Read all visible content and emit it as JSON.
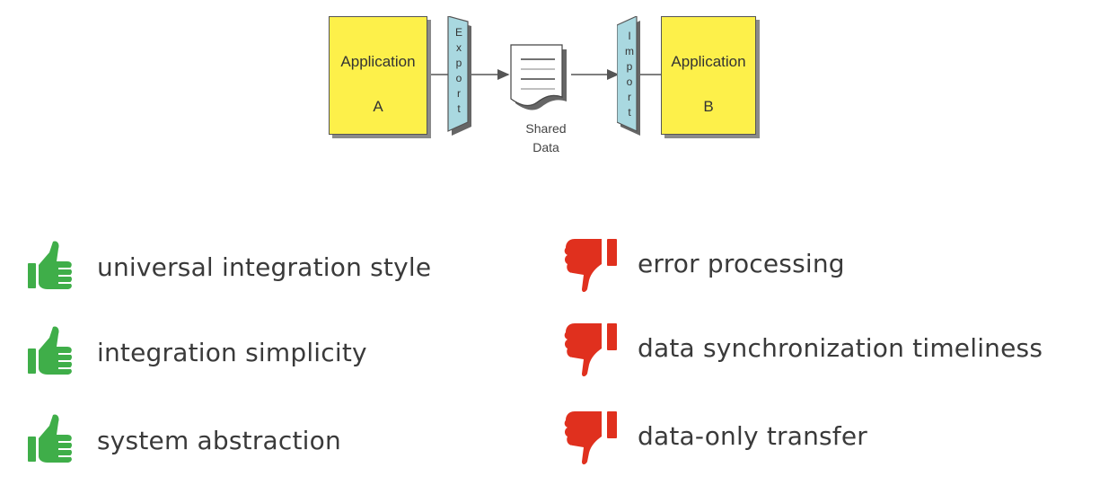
{
  "diagram": {
    "title": "Shared file transfer integration",
    "application_a": {
      "title": "Application",
      "letter": "A"
    },
    "application_b": {
      "title": "Application",
      "letter": "B"
    },
    "export_adapter": {
      "label": "Export",
      "letters": [
        "E",
        "x",
        "p",
        "o",
        "r",
        "t"
      ]
    },
    "import_adapter": {
      "label": "Import",
      "letters": [
        "I",
        "m",
        "p",
        "o",
        "r",
        "t"
      ]
    },
    "shared_data": {
      "line1": "Shared",
      "line2": "Data"
    },
    "colors": {
      "application_fill": "#fdf04a",
      "adapter_fill": "#a9d8e0",
      "document_fill": "#ffffff",
      "wire": "#555555"
    }
  },
  "pros": {
    "icon": "thumbs-up-icon",
    "color": "#3fae49",
    "items": [
      {
        "label": "universal integration style"
      },
      {
        "label": "integration simplicity"
      },
      {
        "label": "system abstraction"
      }
    ]
  },
  "cons": {
    "icon": "thumbs-down-icon",
    "color": "#e0301e",
    "items": [
      {
        "label": "error processing"
      },
      {
        "label": "data synchronization timeliness"
      },
      {
        "label": "data-only transfer"
      }
    ]
  }
}
